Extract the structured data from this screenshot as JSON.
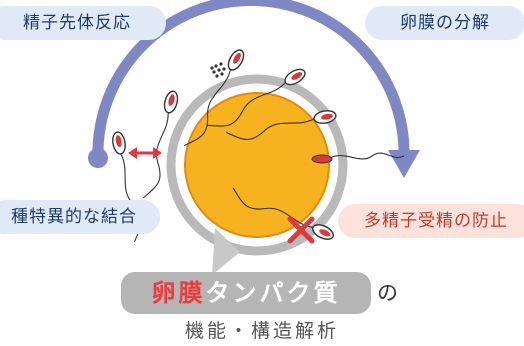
{
  "labels": {
    "acrosome_reaction": "精子先体反応",
    "zona_lysis": "卵膜の分解",
    "species_binding": "種特異的な結合",
    "block_polyspermy": "多精子受精の防止"
  },
  "title": {
    "highlight": "卵膜",
    "main": "タンパク質",
    "suffix": "の",
    "subtitle": "機能・構造解析"
  },
  "colors": {
    "cycle_arrow": "#7f88c4",
    "egg_fill": "#f7b21f",
    "egg_stroke": "#e08a10",
    "zona": "#b9b9b9",
    "acrosome_red": "#d63a3a",
    "blocked_x": "#e0393d",
    "pill_blue": "#dfeaf6",
    "pill_red": "#fbe3dc",
    "title_box": "#b5b5b5"
  },
  "icons": [
    "sperm-icon",
    "blocked-x-icon",
    "double-arrow-icon",
    "cycle-arrow-icon"
  ]
}
